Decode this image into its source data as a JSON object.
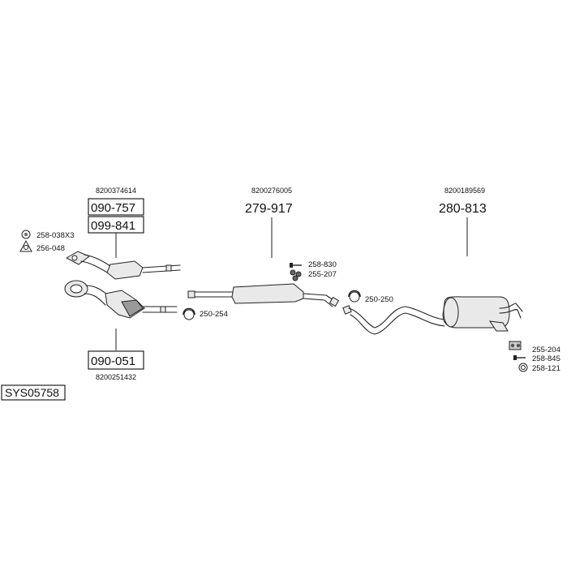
{
  "system_code": "SYS05758",
  "groups": {
    "front_pipe_upper": {
      "oem": "8200374614",
      "part_a": "090-757",
      "part_b": "099-841"
    },
    "front_pipe_lower": {
      "oem": "8200251432",
      "part": "090-051"
    },
    "middle_silencer": {
      "oem": "8200276005",
      "part": "279-917"
    },
    "rear_silencer": {
      "oem": "8200189569",
      "part": "280-813"
    }
  },
  "accessories": {
    "nut_front": "258-038X3",
    "gasket_front": "256-048",
    "clamp_front": "250-254",
    "bolt_mid": "258-830",
    "hanger_mid": "255-207",
    "clamp_mid": "250-250",
    "hanger_rear": "255-204",
    "bolt_rear": "258-845",
    "ring_rear": "258-121"
  }
}
